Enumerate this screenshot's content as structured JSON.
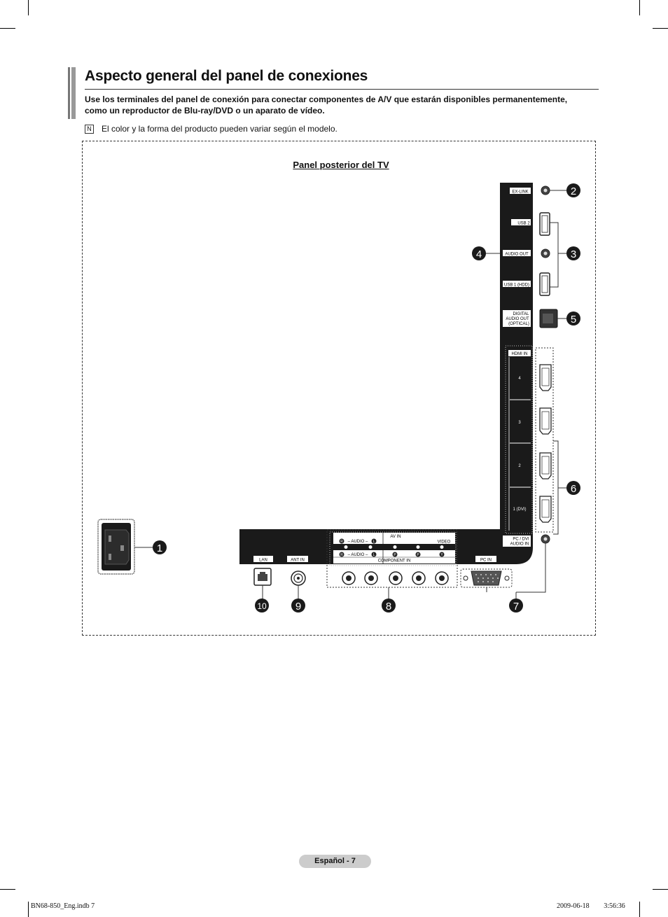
{
  "page": {
    "title": "Aspecto general del panel de conexiones",
    "intro": "Use los terminales del panel de conexión para conectar componentes de A/V que estarán disponibles permanentemente, como un reproductor de Blu-ray/DVD o un aparato de vídeo.",
    "note_icon": "N",
    "note": "El color y la forma del producto pueden variar según el modelo.",
    "panel_title": "Panel posterior del TV"
  },
  "ports": {
    "ex_link": "EX-LINK",
    "usb2": "USB 2",
    "audio_out": "AUDIO OUT",
    "usb1": "USB 1 (HDD)",
    "digital_l1": "DIGITAL",
    "digital_l2": "AUDIO OUT",
    "digital_l3": "(OPTICAL)",
    "hdmi_in": "HDMI IN",
    "hdmi4": "4",
    "hdmi3": "3",
    "hdmi2": "2",
    "hdmi1": "1 (DVI)",
    "pc_audio_l1": "PC / DVI",
    "pc_audio_l2": "AUDIO IN",
    "av_in": "AV IN",
    "video": "VIDEO",
    "audio_top": "– AUDIO –",
    "audio_bottom": "– AUDIO –",
    "component_in": "COMPONENT IN",
    "lan": "LAN",
    "ant_in": "ANT IN",
    "pc_in": "PC IN",
    "r": "R",
    "l": "L",
    "pb": "P",
    "pr": "P",
    "y": "Y"
  },
  "callouts": {
    "c1": "1",
    "c2": "2",
    "c3": "3",
    "c4": "4",
    "c5": "5",
    "c6": "6",
    "c7": "7",
    "c8": "8",
    "c9": "9",
    "c10": "10"
  },
  "footer": {
    "page_label": "Español - 7",
    "file": "BN68-850_Eng.indb   7",
    "date": "2009-06-18   ￿￿ 3:56:36"
  }
}
